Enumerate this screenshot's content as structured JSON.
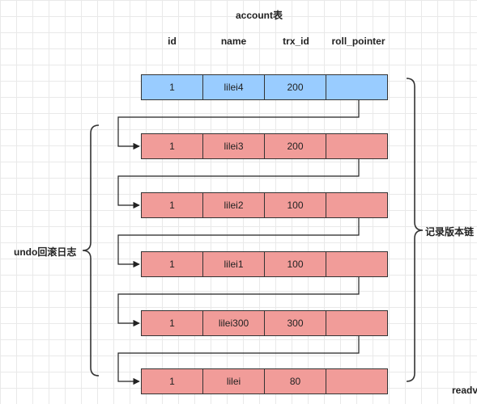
{
  "title": "account表",
  "columns": [
    "id",
    "name",
    "trx_id",
    "roll_pointer"
  ],
  "rows": [
    {
      "id": "1",
      "name": "lilei4",
      "trx_id": "200",
      "roll_pointer": "",
      "kind": "current"
    },
    {
      "id": "1",
      "name": "lilei3",
      "trx_id": "200",
      "roll_pointer": "",
      "kind": "history"
    },
    {
      "id": "1",
      "name": "lilei2",
      "trx_id": "100",
      "roll_pointer": "",
      "kind": "history"
    },
    {
      "id": "1",
      "name": "lilei1",
      "trx_id": "100",
      "roll_pointer": "",
      "kind": "history"
    },
    {
      "id": "1",
      "name": "lilei300",
      "trx_id": "300",
      "roll_pointer": "",
      "kind": "history"
    },
    {
      "id": "1",
      "name": "lilei",
      "trx_id": "80",
      "roll_pointer": "",
      "kind": "history"
    }
  ],
  "left_brace_label": "undo回滚日志",
  "right_brace_label": "记录版本链",
  "corner_text": "readv",
  "colors": {
    "current_fill": "#99ccff",
    "history_fill": "#f19c99",
    "stroke": "#333333",
    "grid": "#e9e9e9"
  }
}
